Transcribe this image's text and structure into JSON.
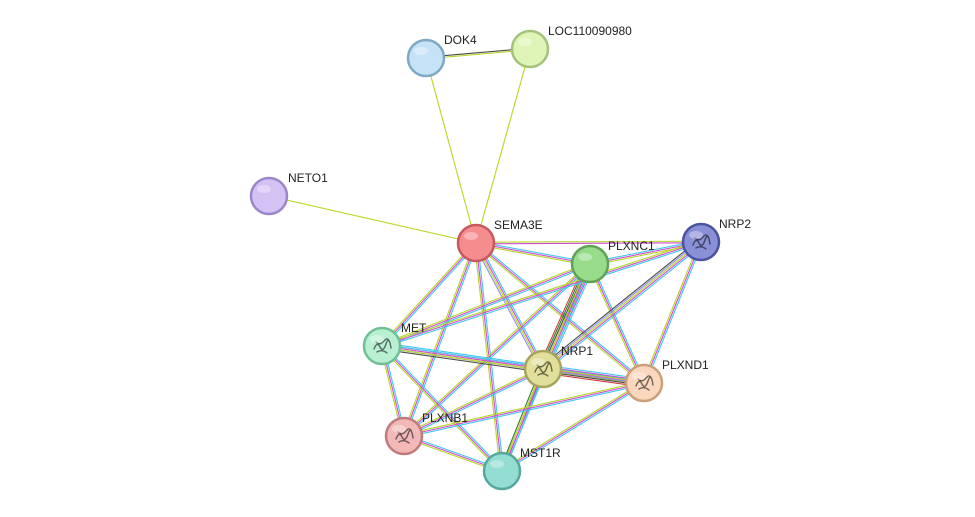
{
  "network": {
    "nodes": [
      {
        "id": "DOK4",
        "label": "DOK4",
        "color": "#c6e2f7",
        "border": "#7ea9c4",
        "icon": "plain-circle"
      },
      {
        "id": "LOC110090980",
        "label": "LOC110090980",
        "color": "#dff5b8",
        "border": "#a3c27a",
        "icon": "plain-circle"
      },
      {
        "id": "NETO1",
        "label": "NETO1",
        "color": "#d4c2f5",
        "border": "#9a86c8",
        "icon": "plain-circle"
      },
      {
        "id": "SEMA3E",
        "label": "SEMA3E",
        "color": "#f58d8f",
        "border": "#c45a5e",
        "icon": "plain-circle"
      },
      {
        "id": "PLXNC1",
        "label": "PLXNC1",
        "color": "#96dc8a",
        "border": "#5fa256",
        "icon": "plain-circle"
      },
      {
        "id": "NRP2",
        "label": "NRP2",
        "color": "#8a90d6",
        "border": "#4b53a0",
        "icon": "protein-structure-icon"
      },
      {
        "id": "MET",
        "label": "MET",
        "color": "#b9f0d2",
        "border": "#6fbf95",
        "icon": "protein-structure-icon"
      },
      {
        "id": "NRP1",
        "label": "NRP1",
        "color": "#e1df9a",
        "border": "#a6a35c",
        "icon": "protein-structure-icon"
      },
      {
        "id": "PLXND1",
        "label": "PLXND1",
        "color": "#fbd8bd",
        "border": "#cc9e7c",
        "icon": "protein-structure-icon"
      },
      {
        "id": "PLXNB1",
        "label": "PLXNB1",
        "color": "#f3b9b9",
        "border": "#c07b7b",
        "icon": "protein-structure-icon"
      },
      {
        "id": "MST1R",
        "label": "MST1R",
        "color": "#93ddd2",
        "border": "#54a89c",
        "icon": "plain-circle"
      }
    ],
    "evidence_colors": [
      "#3fc8f0",
      "#d14bd4",
      "#b4d820",
      "#8f8fe8",
      "#4a4a4a",
      "#2c7a2c",
      "#d23a3a"
    ],
    "edges": [
      {
        "source": "DOK4",
        "target": "LOC110090980",
        "evidence": [
          "#4a4a4a",
          "#b4d820"
        ]
      },
      {
        "source": "DOK4",
        "target": "SEMA3E",
        "evidence": [
          "#b4d820"
        ]
      },
      {
        "source": "LOC110090980",
        "target": "SEMA3E",
        "evidence": [
          "#b4d820"
        ]
      },
      {
        "source": "NETO1",
        "target": "SEMA3E",
        "evidence": [
          "#b4d820"
        ]
      },
      {
        "source": "SEMA3E",
        "target": "PLXNC1",
        "evidence": [
          "#3fc8f0",
          "#d14bd4",
          "#b4d820"
        ]
      },
      {
        "source": "SEMA3E",
        "target": "NRP2",
        "evidence": [
          "#b4d820",
          "#d14bd4"
        ]
      },
      {
        "source": "SEMA3E",
        "target": "MET",
        "evidence": [
          "#3fc8f0",
          "#d14bd4",
          "#b4d820"
        ]
      },
      {
        "source": "SEMA3E",
        "target": "NRP1",
        "evidence": [
          "#3fc8f0",
          "#d14bd4",
          "#b4d820",
          "#8f8fe8"
        ]
      },
      {
        "source": "SEMA3E",
        "target": "PLXND1",
        "evidence": [
          "#3fc8f0",
          "#d14bd4",
          "#b4d820"
        ]
      },
      {
        "source": "SEMA3E",
        "target": "PLXNB1",
        "evidence": [
          "#3fc8f0",
          "#d14bd4",
          "#b4d820"
        ]
      },
      {
        "source": "SEMA3E",
        "target": "MST1R",
        "evidence": [
          "#3fc8f0",
          "#d14bd4",
          "#b4d820"
        ]
      },
      {
        "source": "PLXNC1",
        "target": "NRP2",
        "evidence": [
          "#3fc8f0",
          "#d14bd4",
          "#b4d820"
        ]
      },
      {
        "source": "PLXNC1",
        "target": "MET",
        "evidence": [
          "#3fc8f0",
          "#d14bd4",
          "#b4d820"
        ]
      },
      {
        "source": "PLXNC1",
        "target": "NRP1",
        "evidence": [
          "#3fc8f0",
          "#d14bd4",
          "#b4d820",
          "#8f8fe8",
          "#4a4a4a",
          "#2c7a2c",
          "#d23a3a"
        ]
      },
      {
        "source": "PLXNC1",
        "target": "PLXND1",
        "evidence": [
          "#3fc8f0",
          "#d14bd4",
          "#b4d820"
        ]
      },
      {
        "source": "PLXNC1",
        "target": "PLXNB1",
        "evidence": [
          "#3fc8f0",
          "#d14bd4",
          "#b4d820"
        ]
      },
      {
        "source": "PLXNC1",
        "target": "MST1R",
        "evidence": [
          "#3fc8f0",
          "#d14bd4",
          "#b4d820"
        ]
      },
      {
        "source": "NRP2",
        "target": "MET",
        "evidence": [
          "#3fc8f0",
          "#d14bd4",
          "#b4d820"
        ]
      },
      {
        "source": "NRP2",
        "target": "NRP1",
        "evidence": [
          "#3fc8f0",
          "#d14bd4",
          "#b4d820",
          "#8f8fe8",
          "#4a4a4a"
        ]
      },
      {
        "source": "NRP2",
        "target": "PLXND1",
        "evidence": [
          "#3fc8f0",
          "#d14bd4",
          "#b4d820"
        ]
      },
      {
        "source": "MET",
        "target": "NRP1",
        "evidence": [
          "#3fc8f0",
          "#d14bd4",
          "#b4d820",
          "#8f8fe8",
          "#4a4a4a"
        ]
      },
      {
        "source": "MET",
        "target": "PLXND1",
        "evidence": [
          "#3fc8f0",
          "#d14bd4",
          "#b4d820"
        ]
      },
      {
        "source": "MET",
        "target": "PLXNB1",
        "evidence": [
          "#3fc8f0",
          "#d14bd4",
          "#b4d820"
        ]
      },
      {
        "source": "MET",
        "target": "MST1R",
        "evidence": [
          "#3fc8f0",
          "#d14bd4",
          "#b4d820"
        ]
      },
      {
        "source": "NRP1",
        "target": "PLXND1",
        "evidence": [
          "#3fc8f0",
          "#d14bd4",
          "#b4d820",
          "#8f8fe8",
          "#4a4a4a",
          "#d23a3a"
        ]
      },
      {
        "source": "NRP1",
        "target": "PLXNB1",
        "evidence": [
          "#3fc8f0",
          "#d14bd4",
          "#b4d820"
        ]
      },
      {
        "source": "NRP1",
        "target": "MST1R",
        "evidence": [
          "#3fc8f0",
          "#d14bd4",
          "#b4d820",
          "#2c7a2c"
        ]
      },
      {
        "source": "PLXND1",
        "target": "PLXNB1",
        "evidence": [
          "#3fc8f0",
          "#d14bd4",
          "#b4d820"
        ]
      },
      {
        "source": "PLXND1",
        "target": "MST1R",
        "evidence": [
          "#3fc8f0",
          "#d14bd4",
          "#b4d820"
        ]
      },
      {
        "source": "PLXNB1",
        "target": "MST1R",
        "evidence": [
          "#3fc8f0",
          "#d14bd4",
          "#b4d820"
        ]
      }
    ]
  }
}
